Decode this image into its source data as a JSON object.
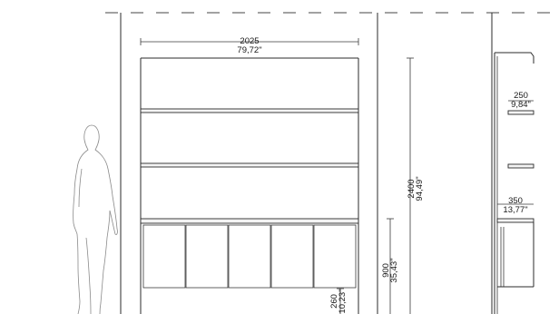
{
  "drawing": {
    "front_view": {
      "width_dimension": {
        "mm": "2025",
        "inch": "79,72\""
      },
      "height_dimension": {
        "mm": "2400",
        "inch": "94,49\""
      },
      "sideboard_height": {
        "mm": "900",
        "inch": "35,43\""
      },
      "plinth_height": {
        "mm": "260",
        "inch": "10,23\""
      }
    },
    "side_view": {
      "shelf_depth": {
        "mm": "250",
        "inch": "9,84\""
      },
      "cabinet_depth": {
        "mm": "350",
        "inch": "13,77\""
      }
    }
  }
}
